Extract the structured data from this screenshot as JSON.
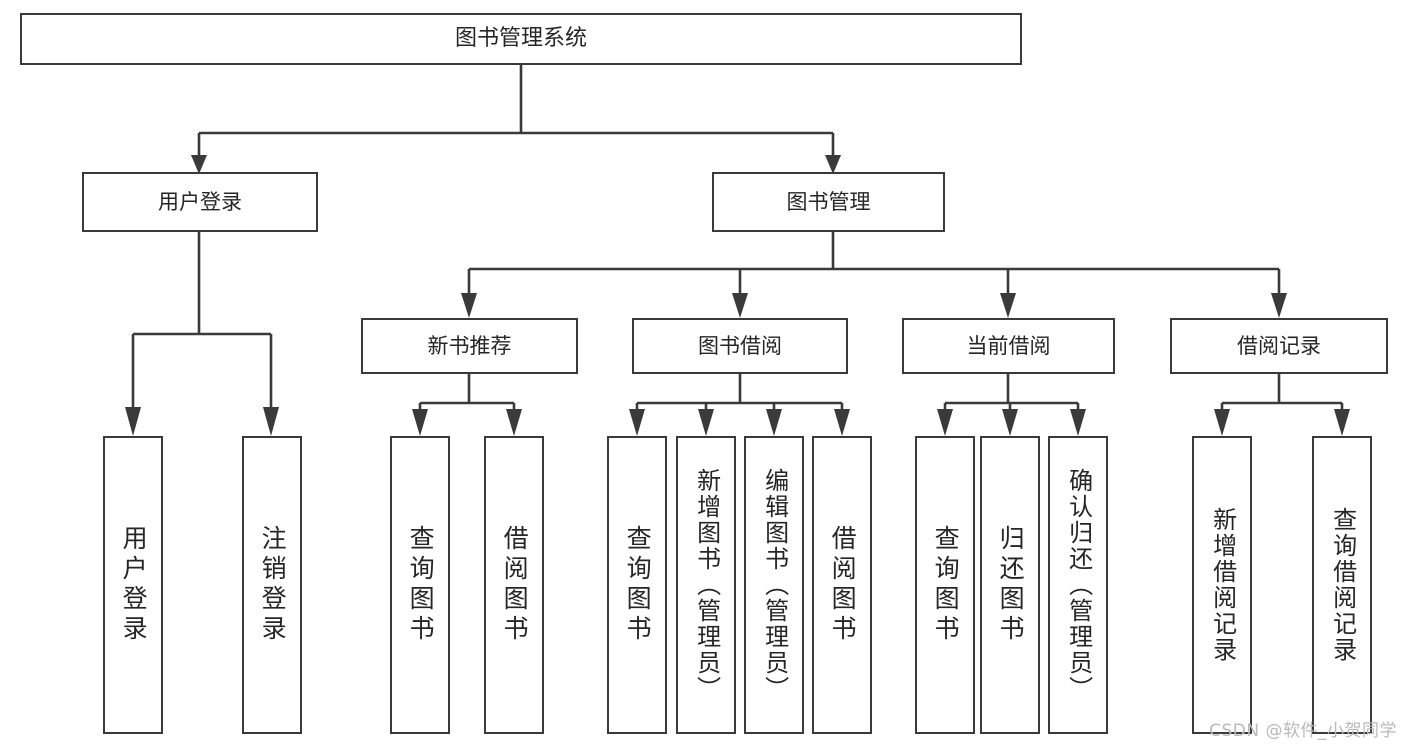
{
  "diagram": {
    "kind": "tree-hierarchy",
    "title": "图书管理系统",
    "watermark": "CSDN @软件_小贺同学",
    "colors": {
      "stroke": "#3a3a3a",
      "box_fill": "#ffffff",
      "text": "#262626",
      "watermark": "#b9b9b9",
      "background": "#ffffff"
    },
    "nodes": {
      "root": {
        "label": "图书管理系统"
      },
      "level1": [
        {
          "id": "user-login",
          "label": "用户登录"
        },
        {
          "id": "book-manage",
          "label": "图书管理"
        }
      ],
      "level2": [
        {
          "id": "new-book-recommend",
          "label": "新书推荐"
        },
        {
          "id": "book-borrow",
          "label": "图书借阅"
        },
        {
          "id": "current-borrow",
          "label": "当前借阅"
        },
        {
          "id": "borrow-record",
          "label": "借阅记录"
        }
      ],
      "leaves": {
        "user_login": [
          {
            "id": "leaf-user-login",
            "label": "用户登录"
          },
          {
            "id": "leaf-logout-login",
            "label": "注销登录"
          }
        ],
        "new_book_recommend": [
          {
            "id": "leaf-query-book-1",
            "label": "查询图书"
          },
          {
            "id": "leaf-borrow-book-1",
            "label": "借阅图书"
          }
        ],
        "book_borrow": [
          {
            "id": "leaf-query-book-2",
            "label": "查询图书"
          },
          {
            "id": "leaf-add-book",
            "label": "新增图书（管理员）"
          },
          {
            "id": "leaf-edit-book",
            "label": "编辑图书（管理员）"
          },
          {
            "id": "leaf-borrow-book-2",
            "label": "借阅图书"
          }
        ],
        "current_borrow": [
          {
            "id": "leaf-query-book-3",
            "label": "查询图书"
          },
          {
            "id": "leaf-return-book",
            "label": "归还图书"
          },
          {
            "id": "leaf-confirm-return",
            "label": "确认归还（管理员）"
          }
        ],
        "borrow_record": [
          {
            "id": "leaf-add-record",
            "label": "新增借阅记录"
          },
          {
            "id": "leaf-query-record",
            "label": "查询借阅记录"
          }
        ]
      }
    }
  }
}
